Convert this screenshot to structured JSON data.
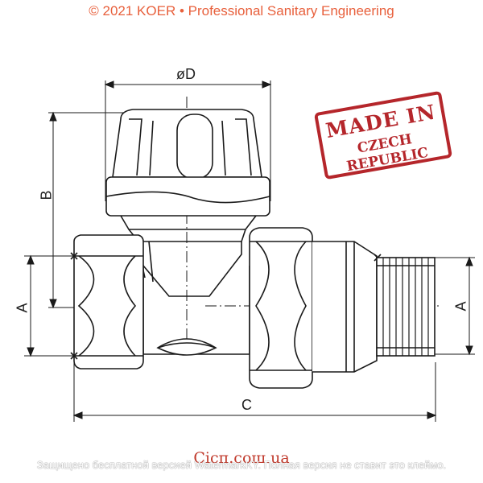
{
  "header": {
    "copyright": "© 2021 KOER • Professional Sanitary Engineering"
  },
  "stamp": {
    "line1": "MADE IN",
    "line2": "CZECH REPUBLIC"
  },
  "dimensions": {
    "diameter": "øD",
    "height": "B",
    "pipe_left": "A",
    "pipe_right": "A",
    "length": "C"
  },
  "footer": {
    "site": "Ciсп.сош.ua",
    "watermark": "Защищено бесплатной версией WatermarkKY. Полная версия не ставит это клеймо."
  }
}
